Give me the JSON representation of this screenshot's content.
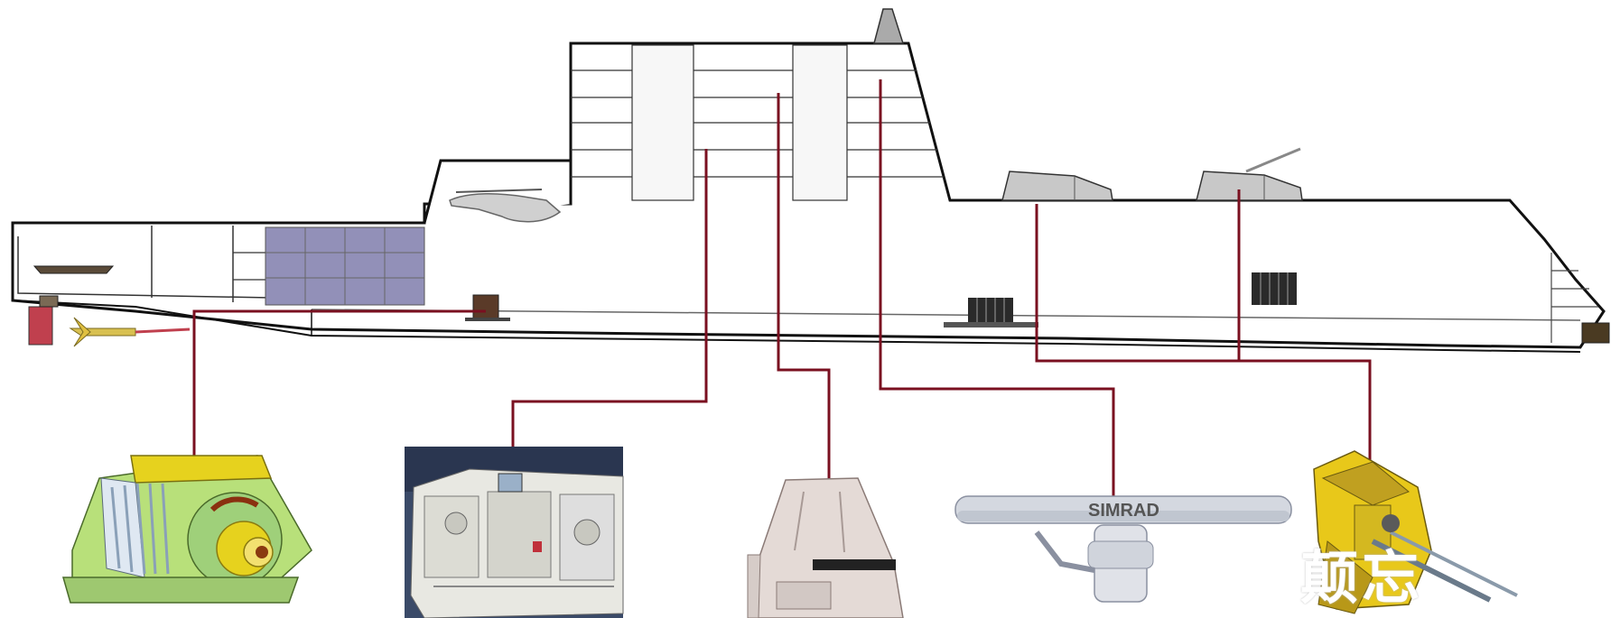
{
  "diagram": {
    "radar_brand": "SIMRAD",
    "watermark": "颠忘"
  },
  "colors": {
    "hull_outline": "#111111",
    "leader_line": "#7a1020",
    "hangar_panel": "#9290b8",
    "deckhouse_fill": "#f7f7f7",
    "motor_green": "#b8e07a",
    "motor_yellow": "#e6d21e"
  },
  "components": [
    {
      "name": "propulsion-motor",
      "icon": "electric-motor-icon"
    },
    {
      "name": "power-converter",
      "icon": "generator-cabinet-icon"
    },
    {
      "name": "radar-enclosure",
      "icon": "radar-housing-icon"
    },
    {
      "name": "navigation-radar",
      "icon": "radar-antenna-icon"
    },
    {
      "name": "gun-mount",
      "icon": "gun-system-icon"
    }
  ]
}
